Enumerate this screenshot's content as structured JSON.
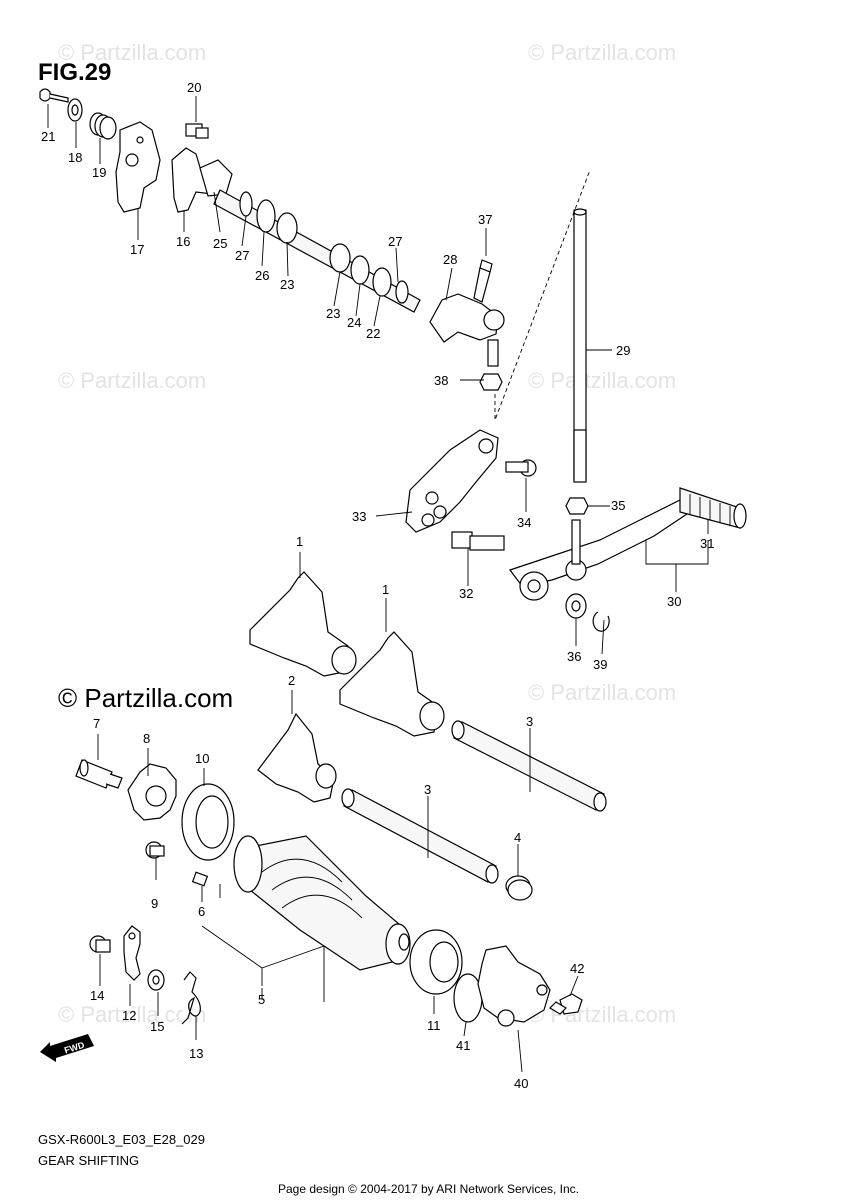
{
  "figure": {
    "title": "FIG.29"
  },
  "watermark": {
    "text": "© Partzilla.com",
    "main_text": "© Partzilla.com"
  },
  "footer": {
    "code": "GSX-R600L3_E03_E28_029",
    "name": "GEAR SHIFTING",
    "credit": "Page design © 2004-2017 by ARI Network Services, Inc."
  },
  "direction_badge": "FWD",
  "callouts": {
    "c1a": "1",
    "c1b": "1",
    "c2": "2",
    "c3a": "3",
    "c3b": "3",
    "c4": "4",
    "c5": "5",
    "c6": "6",
    "c7": "7",
    "c8": "8",
    "c9": "9",
    "c10": "10",
    "c11": "11",
    "c12": "12",
    "c13": "13",
    "c14": "14",
    "c15": "15",
    "c16": "16",
    "c17": "17",
    "c18": "18",
    "c19": "19",
    "c20": "20",
    "c21": "21",
    "c22": "22",
    "c23a": "23",
    "c23b": "23",
    "c24": "24",
    "c25": "25",
    "c26": "26",
    "c27a": "27",
    "c27b": "27",
    "c28": "28",
    "c29": "29",
    "c30": "30",
    "c31": "31",
    "c32": "32",
    "c33": "33",
    "c34": "34",
    "c35": "35",
    "c36": "36",
    "c37": "37",
    "c38": "38",
    "c39": "39",
    "c40": "40",
    "c41": "41",
    "c42": "42"
  }
}
